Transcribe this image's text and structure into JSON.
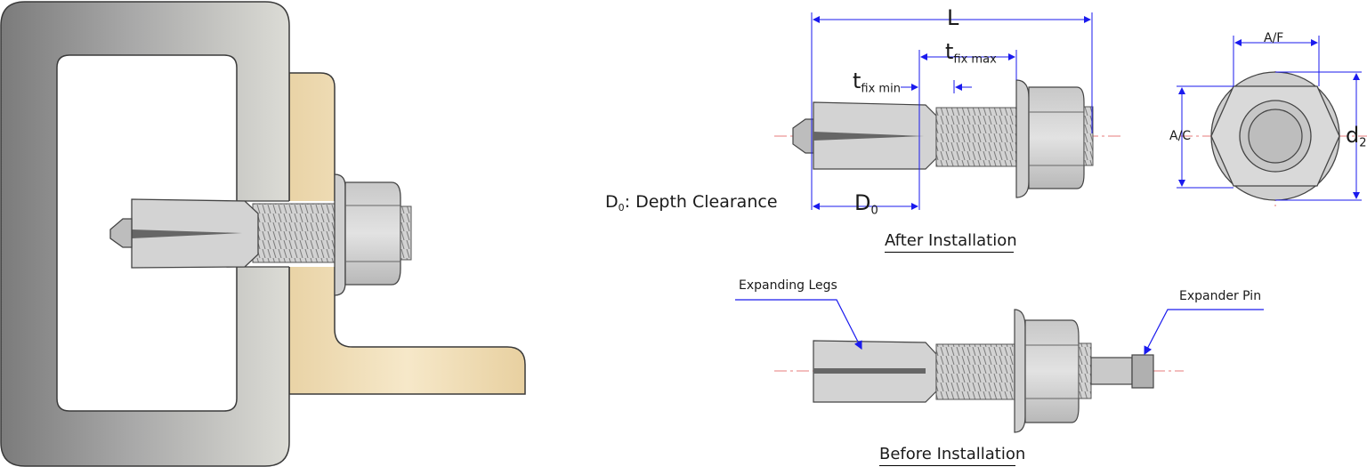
{
  "labels": {
    "L": "L",
    "t_fix_min_main": "t",
    "t_fix_min_sub": "fix min",
    "t_fix_max_main": "t",
    "t_fix_max_sub": "fix max",
    "D0_main": "D",
    "D0_sub": "0",
    "depth_clearance_main": "D",
    "depth_clearance_sub": "0",
    "depth_clearance_text": ": Depth Clearance",
    "AF": "A/F",
    "AC": "A/C",
    "d2_main": "d",
    "d2_sub": "2",
    "after_installation": "After Installation",
    "expanding_legs": "Expanding Legs",
    "expander_pin": "Expander Pin",
    "before_installation": "Before Installation"
  },
  "colors": {
    "dimension": "#1a1aee",
    "centerline": "#e05050",
    "steel_light": "#d6d6d6",
    "steel_dark": "#7e7e7e",
    "wood": "#f2e3c4",
    "outline": "#3a3a3a"
  }
}
